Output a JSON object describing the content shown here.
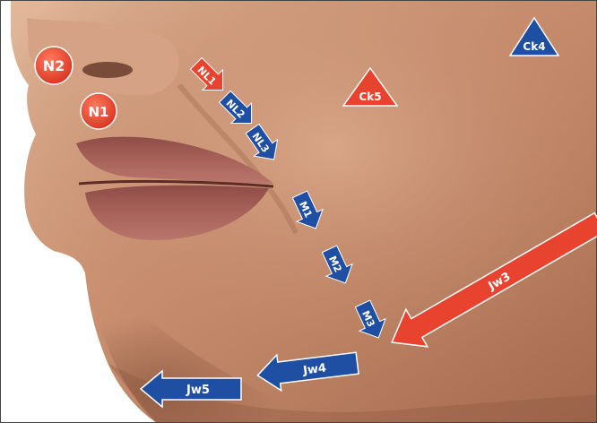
{
  "markers": {
    "N2": "N2",
    "N1": "N1",
    "NL1": "NL1",
    "NL2": "NL2",
    "NL3": "NL3",
    "Ck5": "Ck5",
    "Ck4": "Ck4",
    "M1": "M1",
    "M2": "M2",
    "M3": "M3",
    "Jw3": "Jw3",
    "Jw4": "Jw4",
    "Jw5": "Jw5"
  },
  "colors": {
    "red_marker": "#e8432e",
    "blue_marker": "#1f4fa3",
    "skin_light": "#dcae8f",
    "skin_mid": "#c48968",
    "skin_dark": "#9c6247",
    "lips": "#a15d55"
  }
}
